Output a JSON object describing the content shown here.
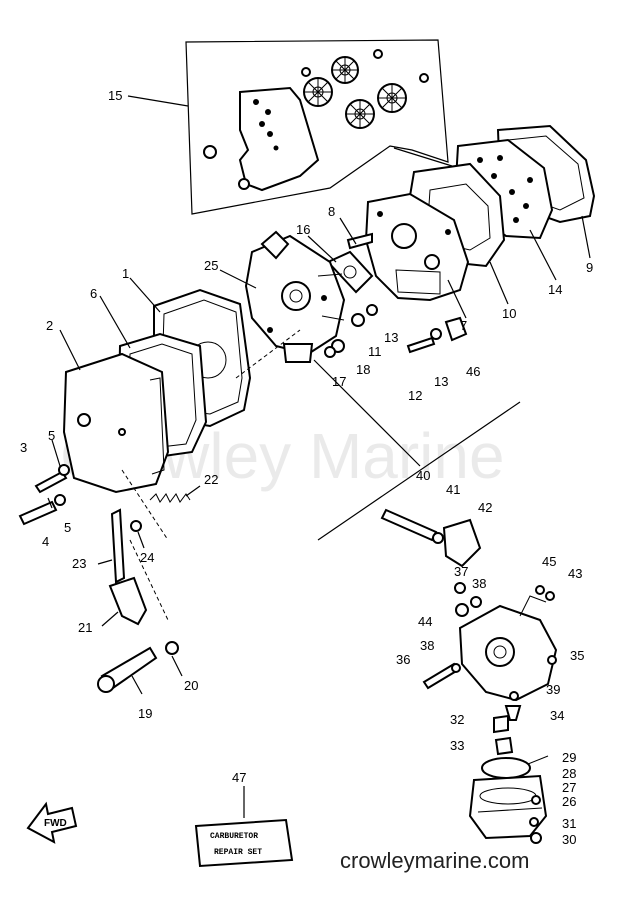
{
  "watermark": "Crowley Marine",
  "footer": {
    "site": "crowleymarine.com"
  },
  "kit_label": {
    "line1": "CARBURETOR",
    "line2": "REPAIR SET"
  },
  "fwd_label": "FWD",
  "callouts": [
    {
      "id": "c1",
      "text": "1"
    },
    {
      "id": "c2",
      "text": "2"
    },
    {
      "id": "c3",
      "text": "3"
    },
    {
      "id": "c4",
      "text": "4"
    },
    {
      "id": "c5a",
      "text": "5"
    },
    {
      "id": "c5b",
      "text": "5"
    },
    {
      "id": "c6",
      "text": "6"
    },
    {
      "id": "c7",
      "text": "7"
    },
    {
      "id": "c8",
      "text": "8"
    },
    {
      "id": "c9",
      "text": "9"
    },
    {
      "id": "c10",
      "text": "10"
    },
    {
      "id": "c11",
      "text": "11"
    },
    {
      "id": "c12",
      "text": "12"
    },
    {
      "id": "c13a",
      "text": "13"
    },
    {
      "id": "c13b",
      "text": "13"
    },
    {
      "id": "c14",
      "text": "14"
    },
    {
      "id": "c15",
      "text": "15"
    },
    {
      "id": "c16",
      "text": "16"
    },
    {
      "id": "c17",
      "text": "17"
    },
    {
      "id": "c18a",
      "text": "18"
    },
    {
      "id": "c18b",
      "text": "18"
    },
    {
      "id": "c19",
      "text": "19"
    },
    {
      "id": "c20",
      "text": "20"
    },
    {
      "id": "c21",
      "text": "21"
    },
    {
      "id": "c22",
      "text": "22"
    },
    {
      "id": "c23",
      "text": "23"
    },
    {
      "id": "c24",
      "text": "24"
    },
    {
      "id": "c25",
      "text": "25"
    },
    {
      "id": "c26",
      "text": "26"
    },
    {
      "id": "c27",
      "text": "27"
    },
    {
      "id": "c28",
      "text": "28"
    },
    {
      "id": "c29",
      "text": "29"
    },
    {
      "id": "c30",
      "text": "30"
    },
    {
      "id": "c31",
      "text": "31"
    },
    {
      "id": "c32",
      "text": "32"
    },
    {
      "id": "c33",
      "text": "33"
    },
    {
      "id": "c34",
      "text": "34"
    },
    {
      "id": "c35",
      "text": "35"
    },
    {
      "id": "c36",
      "text": "36"
    },
    {
      "id": "c37",
      "text": "37"
    },
    {
      "id": "c38a",
      "text": "38"
    },
    {
      "id": "c38b",
      "text": "38"
    },
    {
      "id": "c39",
      "text": "39"
    },
    {
      "id": "c40",
      "text": "40"
    },
    {
      "id": "c41",
      "text": "41"
    },
    {
      "id": "c42",
      "text": "42"
    },
    {
      "id": "c43",
      "text": "43"
    },
    {
      "id": "c44",
      "text": "44"
    },
    {
      "id": "c45",
      "text": "45"
    },
    {
      "id": "c46",
      "text": "46"
    },
    {
      "id": "c47",
      "text": "47"
    }
  ]
}
